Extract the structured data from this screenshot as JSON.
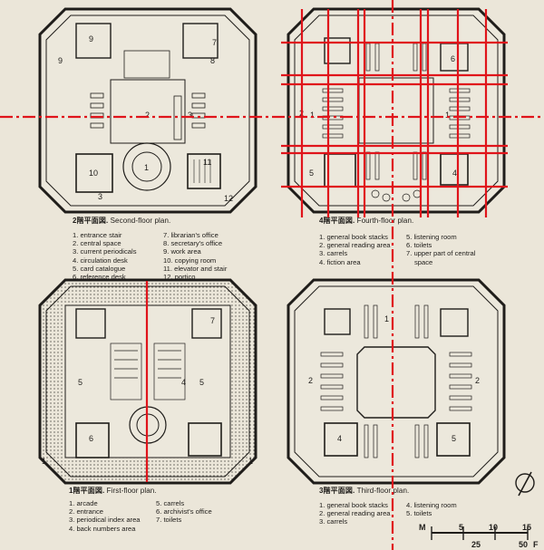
{
  "plans": {
    "second": {
      "caption_jp": "2階平面図.",
      "caption_en": "Second-floor plan.",
      "legend_col1": [
        "1. entrance stair",
        "2. central space",
        "3. current periodicals",
        "4. circulation desk",
        "5. card catalogue",
        "6. reference desk"
      ],
      "legend_col2": [
        "7. librarian's office",
        "8. secretary's office",
        "9. work area",
        "10. copying room",
        "11. elevator and stair",
        "12. portico"
      ],
      "room_numbers": [
        "9",
        "7",
        "8",
        "9",
        "2",
        "3",
        "1",
        "10",
        "11",
        "3",
        "12"
      ]
    },
    "fourth": {
      "caption_jp": "4階平面図.",
      "caption_en": "Fourth-floor plan.",
      "legend_col1": [
        "1. general book stacks",
        "2. general reading area",
        "3. carrels",
        "4. fiction area"
      ],
      "legend_col2": [
        "5. listening room",
        "6. toilets",
        "7. upper part of central",
        "space"
      ],
      "room_numbers": [
        "2",
        "6",
        "1",
        "1",
        "5",
        "4"
      ]
    },
    "first": {
      "caption_jp": "1階平面図.",
      "caption_en": "First-floor plan.",
      "legend_col1": [
        "1. arcade",
        "2. entrance",
        "3. periodical index area",
        "4. back numbers area"
      ],
      "legend_col2": [
        "5. carrels",
        "6. archivist's office",
        "7. toilets"
      ],
      "room_numbers": [
        "7",
        "5",
        "4",
        "5",
        "6",
        "1",
        "1"
      ]
    },
    "third": {
      "caption_jp": "3階平面図.",
      "caption_en": "Third-floor plan.",
      "legend_col1": [
        "1. general book stacks",
        "2. general reading area",
        "3. carrels"
      ],
      "legend_col2": [
        "4. listening room",
        "5. toilets"
      ],
      "room_numbers": [
        "1",
        "2",
        "2",
        "4",
        "5"
      ]
    }
  },
  "scale_bar": {
    "unit_m": "M",
    "unit_f": "F",
    "top_ticks": [
      "5",
      "10",
      "15"
    ],
    "bottom_ticks": [
      "25",
      "50"
    ]
  },
  "colors": {
    "paper": "#ebe6d9",
    "ink": "#1f1d1a",
    "red_overlay": "#e0141b"
  }
}
